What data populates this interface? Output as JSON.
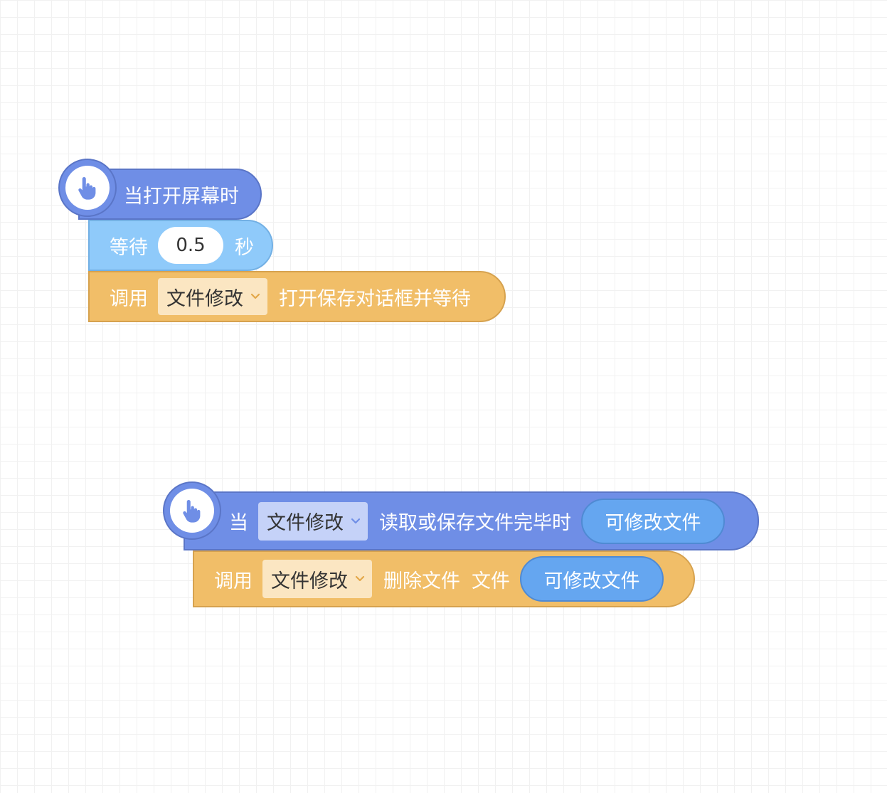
{
  "screen_open_script": {
    "event_label": "当打开屏幕时",
    "wait_label": "等待",
    "wait_value": "0.5",
    "wait_unit": "秒",
    "call_label": "调用",
    "component": "文件修改",
    "action": "打开保存对话框并等待"
  },
  "file_done_script": {
    "when_label": "当",
    "component": "文件修改",
    "event_label": "读取或保存文件完毕时",
    "param": "可修改文件",
    "call_label": "调用",
    "call_component": "文件修改",
    "action": "删除文件",
    "arg_label": "文件",
    "arg_value": "可修改文件"
  },
  "colors": {
    "event_block": "#6f8ee6",
    "control_block": "#8fcafa",
    "component_block": "#f1be68",
    "param_pill": "#65a6f0"
  },
  "icons": {
    "event_hat": "pointing-hand-icon",
    "dropdown": "chevron-down-icon"
  }
}
